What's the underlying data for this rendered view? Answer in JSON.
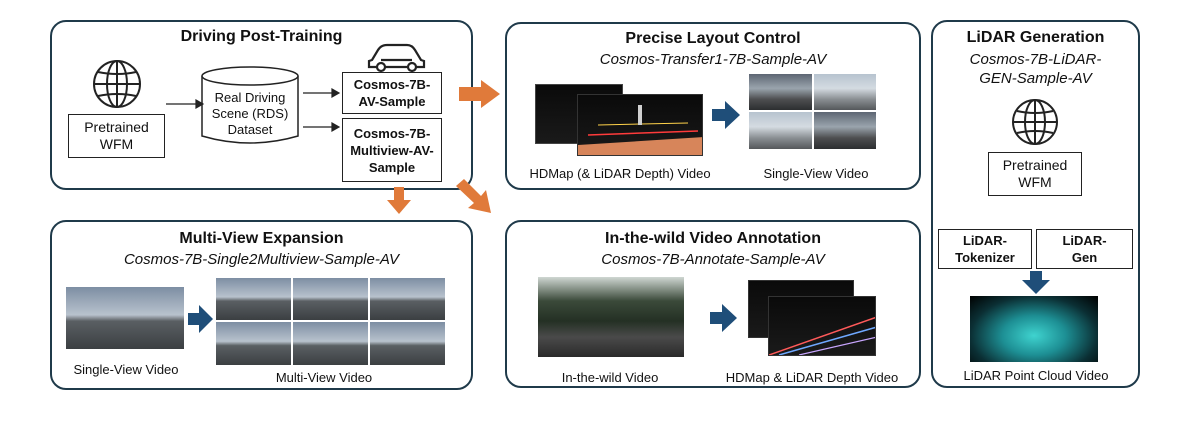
{
  "driving": {
    "title": "Driving Post-Training",
    "pretrained": "Pretrained WFM",
    "dataset": "Real Driving Scene (RDS) Dataset",
    "model_av": "Cosmos-7B-AV-Sample",
    "model_mv": "Cosmos-7B-Multiview-AV-Sample"
  },
  "layout": {
    "title": "Precise Layout Control",
    "subtitle": "Cosmos-Transfer1-7B-Sample-AV",
    "caption_left": "HDMap (& LiDAR Depth) Video",
    "caption_right": "Single-View Video"
  },
  "lidar": {
    "title": "LiDAR Generation",
    "subtitle": "Cosmos-7B-LiDAR-GEN-Sample-AV",
    "pretrained": "Pretrained WFM",
    "tokenizer": "LiDAR-Tokenizer",
    "gen": "LiDAR-Gen",
    "caption": "LiDAR Point Cloud Video"
  },
  "multiview": {
    "title": "Multi-View Expansion",
    "subtitle": "Cosmos-7B-Single2Multiview-Sample-AV",
    "caption_left": "Single-View Video",
    "caption_right": "Multi-View Video"
  },
  "annotation": {
    "title": "In-the-wild Video Annotation",
    "subtitle": "Cosmos-7B-Annotate-Sample-AV",
    "caption_left": "In-the-wild Video",
    "caption_right": "HDMap & LiDAR Depth Video"
  },
  "icons": {
    "globe": "globe-icon",
    "car": "car-icon",
    "arrow": "thick-arrow"
  },
  "colors": {
    "panel_border": "#1f3a4a",
    "orange_arrow": "#e07a3a",
    "blue_arrow": "#1f4e79"
  }
}
